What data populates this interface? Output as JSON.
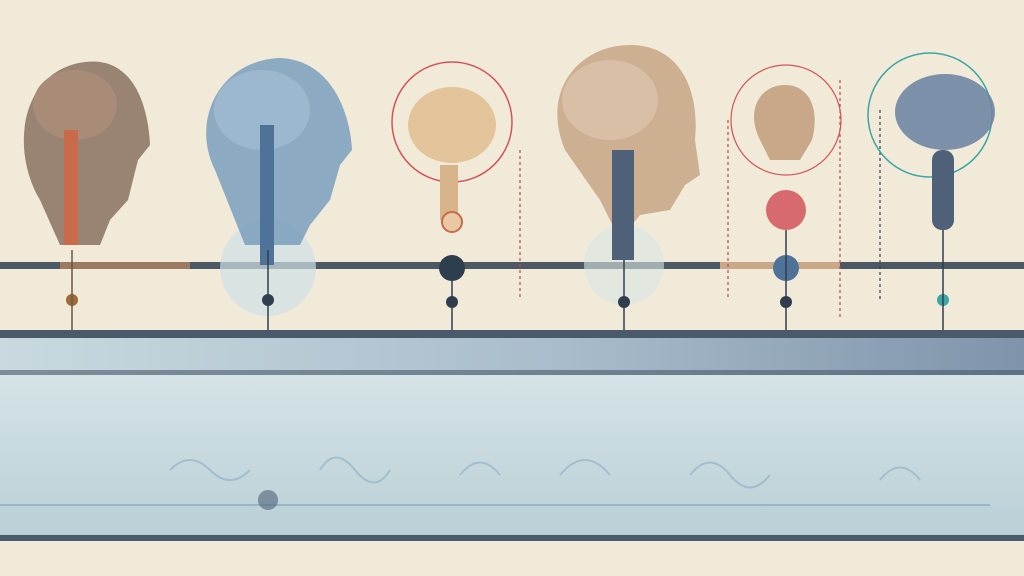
{
  "palette": {
    "background": "#f1ead9",
    "brown": "#8a7262",
    "tan": "#c9a88a",
    "blue": "#7a9fbd",
    "slate": "#4f6179",
    "teal": "#3aa6a6",
    "red": "#d2545a",
    "navy": "#2f3e4e",
    "band_light": "#c9d9df",
    "band_dark": "#8b9eb4"
  },
  "heads": [
    {
      "name": "head-1",
      "style": "brown"
    },
    {
      "name": "head-2",
      "style": "blue"
    },
    {
      "name": "head-3",
      "style": "tan-circled"
    },
    {
      "name": "head-4",
      "style": "tan-large"
    },
    {
      "name": "head-5",
      "style": "tan-circled-small"
    },
    {
      "name": "head-6",
      "style": "slate-circled"
    }
  ],
  "icons": [
    "brain-icon",
    "spine-icon",
    "timeline-node-icon",
    "skull-icon"
  ]
}
